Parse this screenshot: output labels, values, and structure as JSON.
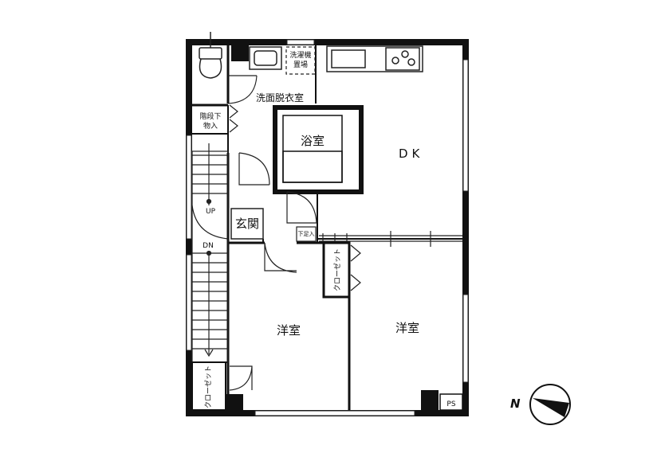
{
  "rooms": {
    "dk": "DK",
    "bath": "浴室",
    "washroom": "洗面脱衣室",
    "washer_space_line1": "洗濯機",
    "washer_space_line2": "置場",
    "under_stairs_line1": "階段下",
    "under_stairs_line2": "物入",
    "entrance": "玄関",
    "shoe_box": "下足入",
    "western_room_left": "洋室",
    "western_room_right": "洋室",
    "closet_center": "クローゼット",
    "closet_left": "クローゼット",
    "pipe_space": "PS"
  },
  "stairs": {
    "up": "UP",
    "down": "DN"
  },
  "compass": {
    "label": "N"
  },
  "colors": {
    "wall": "#111111",
    "line": "#222222",
    "background": "#ffffff"
  }
}
